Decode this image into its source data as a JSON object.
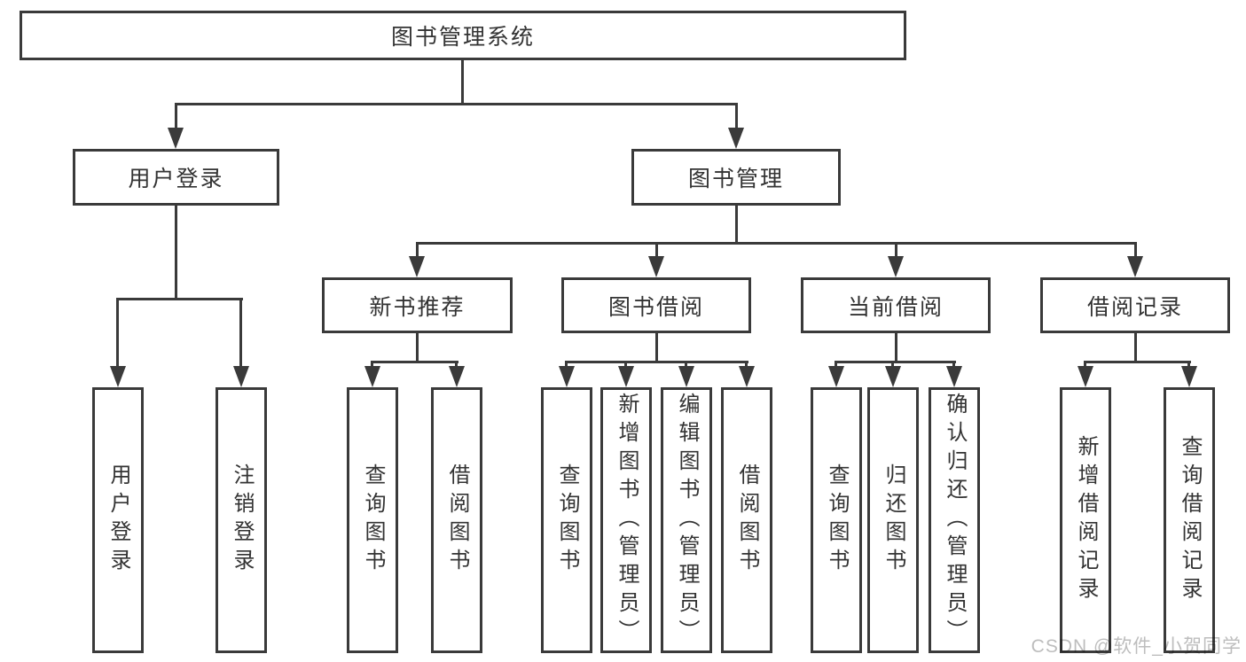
{
  "diagram": {
    "root": {
      "label": "图书管理系统"
    },
    "level2": {
      "user_login": {
        "label": "用户登录"
      },
      "book_mgmt": {
        "label": "图书管理"
      }
    },
    "level3": {
      "new_books": {
        "label": "新书推荐"
      },
      "book_borrow": {
        "label": "图书借阅"
      },
      "current_borrow": {
        "label": "当前借阅"
      },
      "borrow_records": {
        "label": "借阅记录"
      }
    },
    "leaves": {
      "user_login": [
        "用户登录",
        "注销登录"
      ],
      "new_books": [
        "查询图书",
        "借阅图书"
      ],
      "book_borrow": [
        "查询图书",
        "新增图书（管理员）",
        "编辑图书（管理员）",
        "借阅图书"
      ],
      "current_borrow": [
        "查询图书",
        "归还图书",
        "确认归还（管理员）"
      ],
      "borrow_records": [
        "新增借阅记录",
        "查询借阅记录"
      ]
    }
  },
  "watermark": "CSDN @软件_小贺同学",
  "colors": {
    "line": "#3a3a3a",
    "text": "#333333",
    "watermark": "#bdbdbd",
    "background": "#ffffff"
  }
}
